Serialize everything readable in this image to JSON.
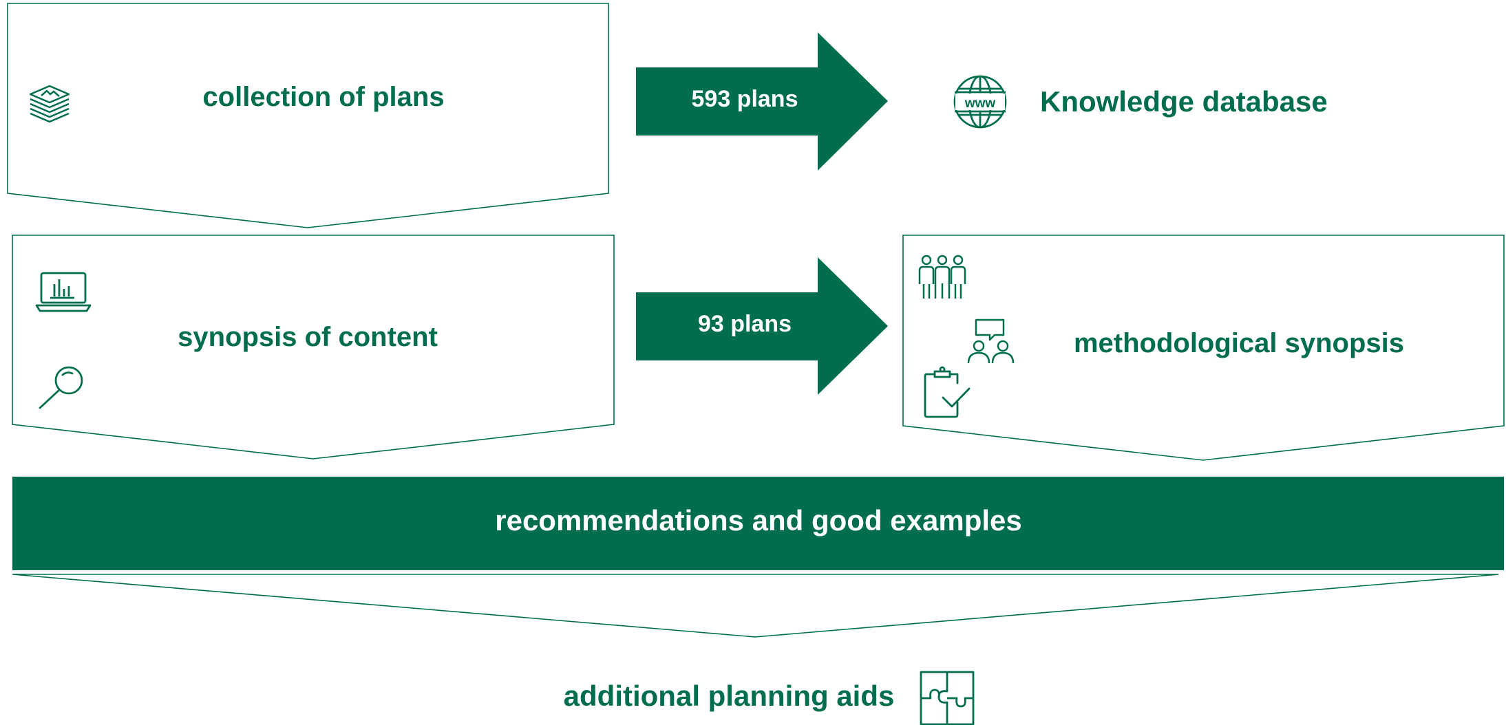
{
  "steps": {
    "collection": "collection of plans",
    "knowledge": "Knowledge database",
    "synopsis_content": "synopsis of content",
    "methodological": "methodological synopsis",
    "recommendations": "recommendations and good examples",
    "planning_aids": "additional planning aids"
  },
  "arrows": {
    "first": "593 plans",
    "second": "93 plans"
  },
  "icons": {
    "www": "www"
  },
  "colors": {
    "primary": "#006e4e",
    "background": "#ffffff",
    "text_on_primary": "#ffffff"
  }
}
